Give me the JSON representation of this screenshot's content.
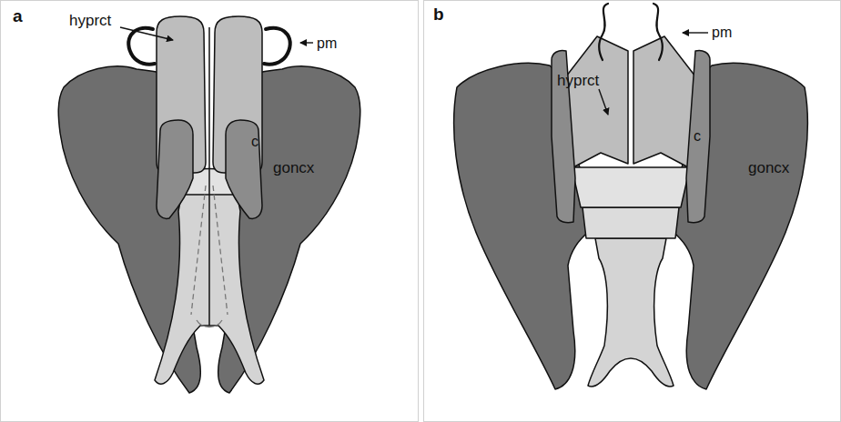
{
  "diagram": {
    "labels": [
      "a",
      "hyprct",
      "pm",
      "c",
      "goncx",
      "b",
      "hyprct",
      "pm",
      "c",
      "goncx"
    ]
  }
}
